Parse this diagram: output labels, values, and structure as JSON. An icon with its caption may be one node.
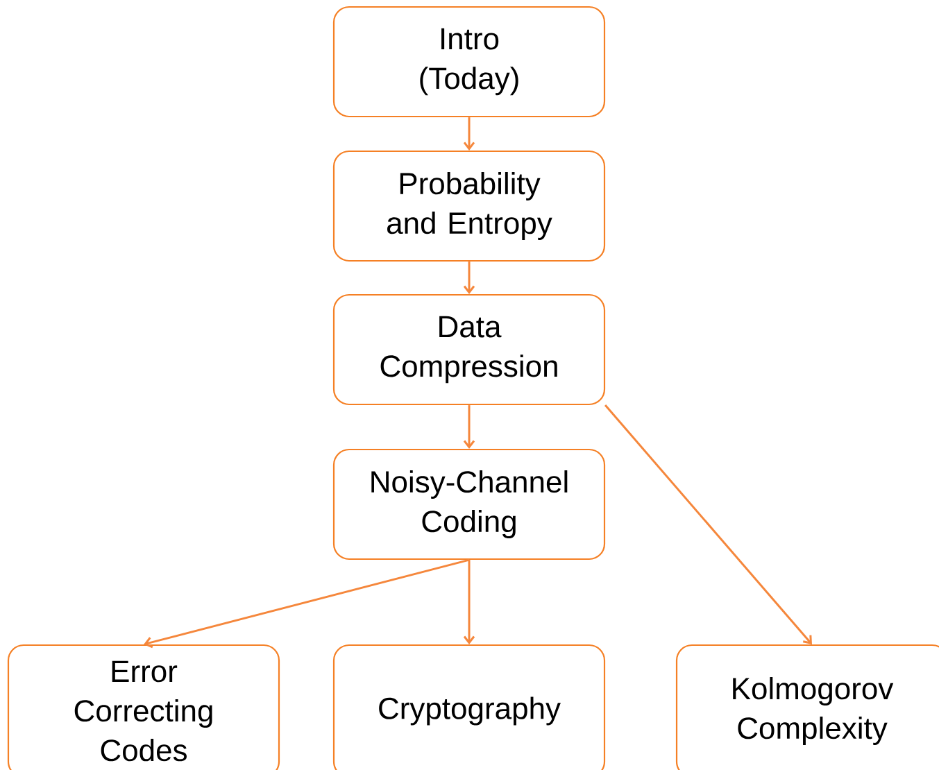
{
  "diagram": {
    "nodes": [
      {
        "text": [
          "Intro (Today)"
        ]
      },
      {
        "text": [
          "Probability and Entropy"
        ]
      },
      {
        "text": [
          "Data Compression"
        ]
      },
      {
        "text": [
          "Noisy-Channel Coding"
        ]
      },
      {
        "text": [
          "Error Correcting Codes"
        ]
      },
      {
        "text": [
          "Cryptography"
        ]
      },
      {
        "text": [
          "Kolmogorov Complexity"
        ]
      }
    ],
    "edges": [
      {
        "from": 0,
        "to": 1,
        "arrow": "to"
      },
      {
        "from": 1,
        "to": 2,
        "arrow": "to"
      },
      {
        "from": 2,
        "to": 3,
        "arrow": "to"
      },
      {
        "from": 3,
        "to": 4,
        "arrow": "to"
      },
      {
        "from": 3,
        "to": 5,
        "arrow": "to"
      },
      {
        "from": 2,
        "to": 6,
        "arrow": "to"
      }
    ]
  }
}
